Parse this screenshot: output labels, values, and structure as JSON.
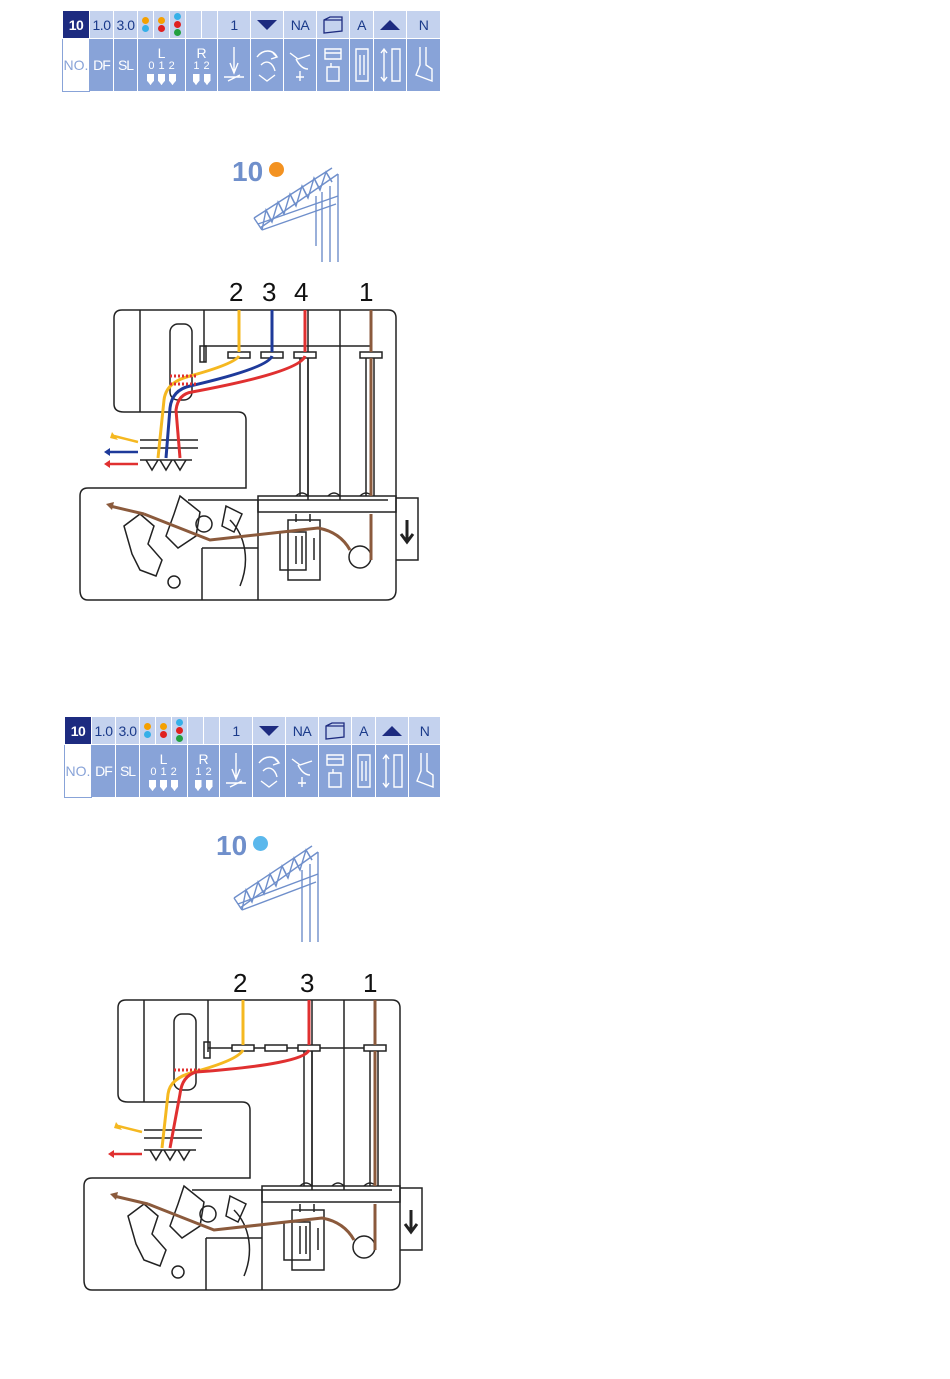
{
  "panels": [
    {
      "table": {
        "stitch_no": "10",
        "diff_feed": "1.0",
        "stitch_length": "3.0",
        "dot_cols": [
          [
            "#f5a000",
            "#36b0e8"
          ],
          [
            "#f5a000",
            "#e02020"
          ],
          [
            "#36b0e8",
            "#e02020",
            "#22a040"
          ]
        ],
        "col_values": [
          "1",
          "NA",
          "A",
          "N"
        ],
        "bottom_labels": {
          "no": "NO.",
          "df": "DF",
          "sl": "SL",
          "left": "L",
          "right": "R",
          "left_nums": [
            "0",
            "1",
            "2"
          ],
          "right_nums": [
            "1",
            "2"
          ]
        }
      },
      "badge": {
        "number": "10",
        "color": "#f39221"
      },
      "thread_labels": [
        "2",
        "3",
        "4",
        "1"
      ],
      "thread_colors": [
        "#f5b820",
        "#1e3a9a",
        "#e03030",
        "#8b5a3c"
      ]
    },
    {
      "table": {
        "stitch_no": "10",
        "diff_feed": "1.0",
        "stitch_length": "3.0",
        "dot_cols": [
          [
            "#f5a000",
            "#36b0e8"
          ],
          [
            "#f5a000",
            "#e02020"
          ],
          [
            "#36b0e8",
            "#e02020",
            "#22a040"
          ]
        ],
        "col_values": [
          "1",
          "NA",
          "A",
          "N"
        ],
        "bottom_labels": {
          "no": "NO.",
          "df": "DF",
          "sl": "SL",
          "left": "L",
          "right": "R",
          "left_nums": [
            "0",
            "1",
            "2"
          ],
          "right_nums": [
            "1",
            "2"
          ]
        }
      },
      "badge": {
        "number": "10",
        "color": "#5bb8ec"
      },
      "thread_labels": [
        "2",
        "3",
        "1"
      ],
      "thread_colors": [
        "#f5b820",
        "#e03030",
        "#8b5a3c"
      ]
    }
  ]
}
